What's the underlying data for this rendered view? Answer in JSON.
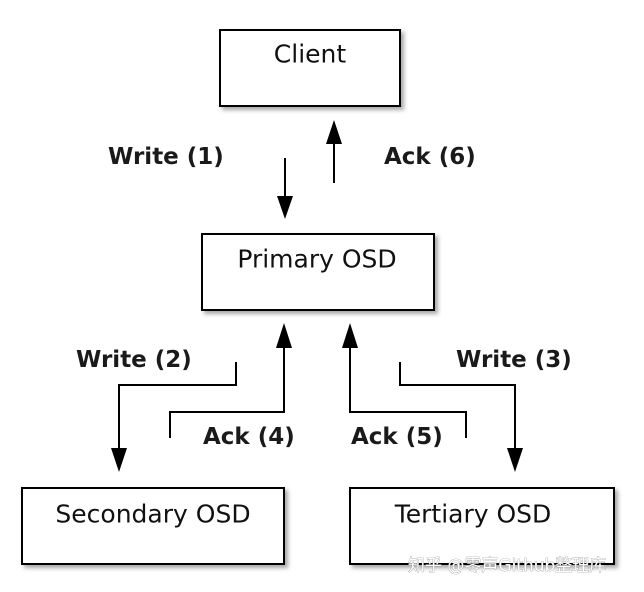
{
  "nodes": {
    "client": "Client",
    "primary": "Primary OSD",
    "secondary": "Secondary OSD",
    "tertiary": "Tertiary OSD"
  },
  "edges": {
    "write1": "Write (1)",
    "ack6": "Ack (6)",
    "write2": "Write (2)",
    "ack4": "Ack (4)",
    "ack5": "Ack (5)",
    "write3": "Write (3)"
  },
  "watermark": "知乎 @零声Github整理库"
}
